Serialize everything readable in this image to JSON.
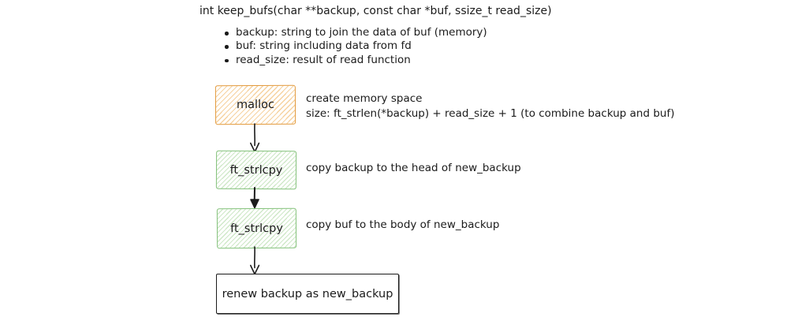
{
  "title": "int keep_bufs(char **backup, const char *buf, ssize_t read_size)",
  "bullets": [
    "backup: string to join the data of buf (memory)",
    "buf: string including data from fd",
    "read_size: result of read function"
  ],
  "flow": {
    "nodes": [
      {
        "label": "malloc",
        "style": "orange",
        "notes": [
          "create memory space",
          "size: ft_strlen(*backup) + read_size + 1 (to combine backup and buf)"
        ]
      },
      {
        "label": "ft_strlcpy",
        "style": "green",
        "notes": [
          "copy backup to the head of new_backup"
        ]
      },
      {
        "label": "ft_strlcpy",
        "style": "green",
        "notes": [
          "copy buf to the body of new_backup"
        ]
      },
      {
        "label": "renew backup as new_backup",
        "style": "plain",
        "notes": []
      }
    ]
  },
  "colors": {
    "ink": "#1b1b1b",
    "orange_stroke": "#e2993b",
    "orange_hatch": "#f6d2a0",
    "green_stroke": "#83c17a",
    "green_hatch": "#cfe8c8",
    "background": "#ffffff"
  }
}
